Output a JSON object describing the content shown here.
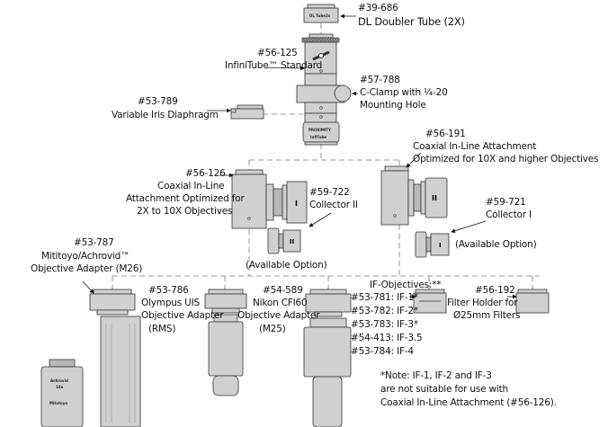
{
  "doubler": {
    "part": "#39-686",
    "name": "DL Doubler Tube (2X)",
    "label": "DL Tube2x"
  },
  "infinitube": {
    "part": "#56-125",
    "name": "InfiniTube™ Standard",
    "label1": "PROXIMITY",
    "label2": "InfiTube"
  },
  "clamp": {
    "part": "#57-788",
    "line1": "C-Clamp with ¼-20",
    "line2": "Mounting Hole"
  },
  "iris": {
    "part": "#53-789",
    "name": "Variable Iris Diaphragm"
  },
  "coax_left": {
    "part": "#56-126",
    "line1": "Coaxial In-Line",
    "line2": "Attachment Optimized for",
    "line3": "2X to 10X Objectives",
    "mark": "I"
  },
  "coax_right": {
    "part": "#56-191",
    "line1": "Coaxial In-Line Attachment",
    "line2": "Optimized for 10X and higher Objectives",
    "mark": "II"
  },
  "collector2": {
    "part": "#59-722",
    "name": "Collector II",
    "option": "(Available Option)",
    "mark": "II"
  },
  "collector1": {
    "part": "#59-721",
    "name": "Collector I",
    "option": "(Available Option)",
    "mark": "I"
  },
  "mitutoyo": {
    "part": "#53-787",
    "line1": "Mititoyo/Achrovid™",
    "line2": "Objective Adapter (M26)"
  },
  "olympus": {
    "part": "#53-786",
    "line1": "Olympus UIS",
    "line2": "Objective Adapter",
    "line3": "(RMS)"
  },
  "nikon": {
    "part": "#54-589",
    "line1": "Nikon CFI60",
    "line2": "Objective Adapter",
    "line3": "(M25)"
  },
  "if_objectives": {
    "title": "IF-Objectives:**",
    "items": [
      "#53-781:  IF-1*",
      "#53-782:  IF-2*",
      "#53-783:  IF-3*",
      "#54-413:  IF-3.5",
      "#53-784:  IF-4"
    ]
  },
  "filter": {
    "part": "#56-192",
    "line1": "Filter Holder for",
    "line2": "Ø25mm Filters"
  },
  "note": {
    "line1": "*Note: IF-1, IF-2 and IF-3",
    "line2": "are not suitable for use with",
    "line3": "Coaxial In-Line Attachment (#56-126)."
  },
  "objective": {
    "l1": "Achrovid",
    "l2": "10x",
    "l3": "Mitutoyo"
  }
}
